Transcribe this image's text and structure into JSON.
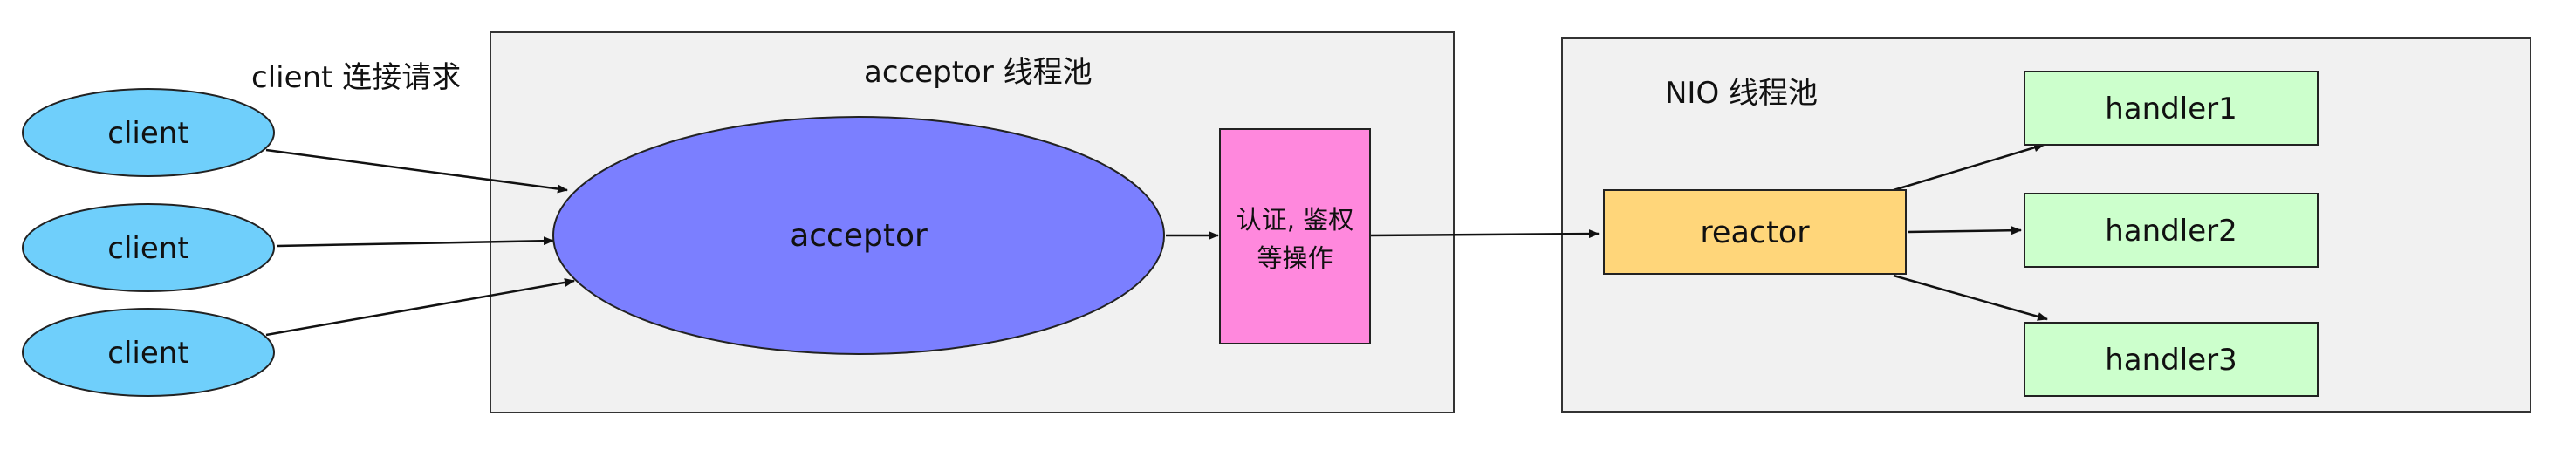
{
  "labels": {
    "client_request": "client 连接请求",
    "acceptor_pool": "acceptor 线程池",
    "nio_pool": "NIO 线程池"
  },
  "clients": [
    "client",
    "client",
    "client"
  ],
  "acceptor": "acceptor",
  "auth": {
    "line1": "认证, 鉴权",
    "line2": "等操作"
  },
  "reactor": "reactor",
  "handlers": [
    "handler1",
    "handler2",
    "handler3"
  ],
  "colors": {
    "client_fill": "#6FCFFB",
    "acceptor_fill": "#7B7FFF",
    "auth_fill": "#FF88DD",
    "reactor_fill": "#FFD67A",
    "handler_fill": "#CCFFCC",
    "panel_fill": "#F1F1F1"
  }
}
